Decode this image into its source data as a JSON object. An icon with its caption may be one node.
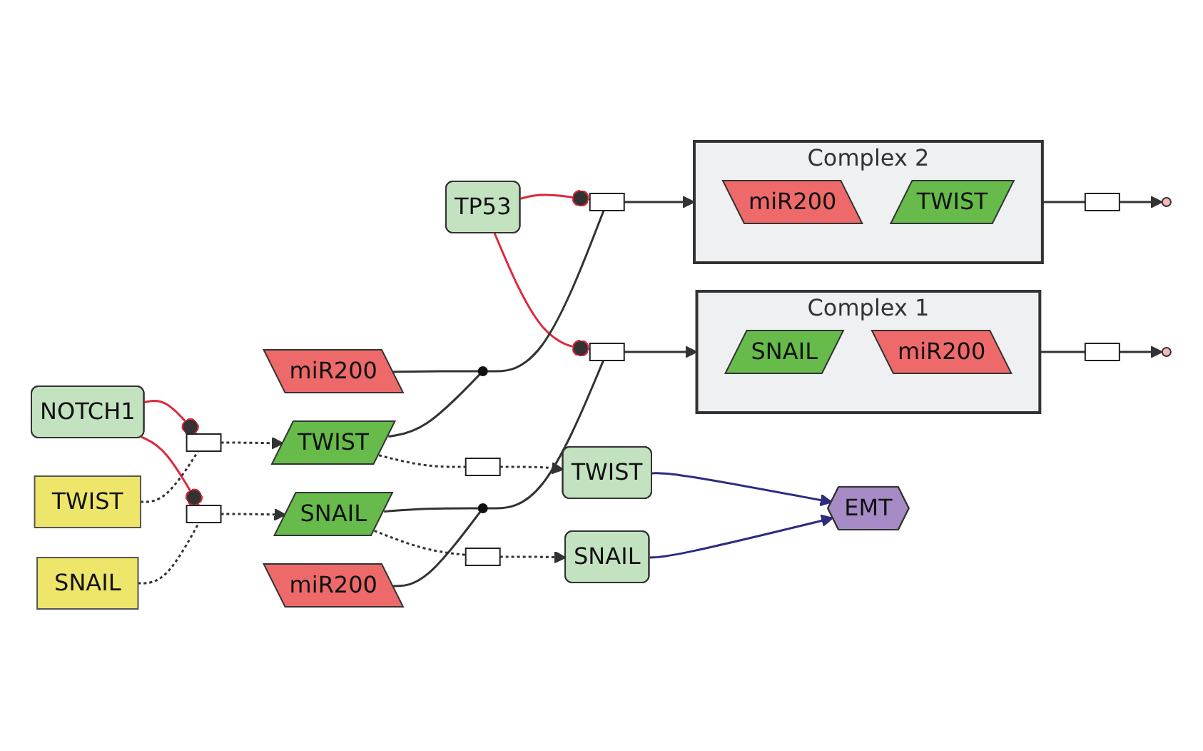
{
  "diagram": {
    "nodes": [
      {
        "text": [
          "Complex 1"
        ]
      },
      {
        "text": [
          "SNAIL"
        ],
        "in": 0
      },
      {
        "text": [
          "miR200"
        ],
        "in": 0
      },
      {
        "text": [],
        "shape": "circle"
      },
      {
        "text": [
          "SNAIL"
        ]
      },
      {
        "text": [
          "miR200"
        ]
      },
      {
        "text": [
          "SNAIL"
        ]
      },
      {
        "text": [
          "NOTCH1"
        ]
      },
      {
        "text": [
          "SNAIL"
        ]
      },
      {
        "text": [
          "EMT"
        ]
      },
      {
        "text": [
          "TWIST"
        ]
      },
      {
        "text": [
          "TWIST"
        ]
      },
      {
        "text": [
          "TWIST"
        ]
      },
      {
        "text": [
          "miR200"
        ]
      },
      {
        "text": [
          "TP53"
        ]
      },
      {
        "text": [
          "Complex 2"
        ]
      },
      {
        "text": [
          "miR200"
        ],
        "in": 15
      },
      {
        "text": [
          "TWIST"
        ],
        "in": 15
      },
      {
        "text": [],
        "shape": "circle"
      },
      {
        "text": [],
        "shape": "box"
      },
      {
        "text": [],
        "shape": "circle"
      },
      {
        "text": [],
        "shape": "box"
      },
      {
        "text": [],
        "shape": "box"
      },
      {
        "text": [],
        "shape": "box"
      },
      {
        "text": [],
        "shape": "box"
      },
      {
        "text": [],
        "shape": "box"
      },
      {
        "text": [],
        "shape": "circle"
      },
      {
        "text": [],
        "shape": "box"
      },
      {
        "text": [],
        "shape": "box"
      }
    ],
    "edges": [
      {
        "from": 4,
        "to": 22,
        "arrow": "none",
        "style": "dashed"
      },
      {
        "from": 22,
        "to": 6,
        "arrow": "to",
        "style": "dashed"
      },
      {
        "from": 7,
        "to": 22,
        "arrow": "other",
        "color": "#e0283c"
      },
      {
        "from": 12,
        "to": 24,
        "arrow": "none",
        "style": "dashed"
      },
      {
        "from": 24,
        "to": 11,
        "arrow": "to",
        "style": "dashed"
      },
      {
        "from": 7,
        "to": 24,
        "arrow": "other",
        "color": "#e0283c"
      },
      {
        "from": 6,
        "to": 23,
        "arrow": "none",
        "style": "dashed"
      },
      {
        "from": 23,
        "to": 8,
        "arrow": "to",
        "style": "dashed"
      },
      {
        "from": 11,
        "to": 25,
        "arrow": "none",
        "style": "dashed"
      },
      {
        "from": 25,
        "to": 10,
        "arrow": "to",
        "style": "dashed"
      },
      {
        "from": 5,
        "to": 20,
        "arrow": "none"
      },
      {
        "from": 6,
        "to": 20,
        "arrow": "none"
      },
      {
        "from": 20,
        "to": 19,
        "arrow": "none"
      },
      {
        "from": 19,
        "to": 0,
        "arrow": "to"
      },
      {
        "from": 14,
        "to": 19,
        "arrow": "other",
        "color": "#e0283c"
      },
      {
        "from": 11,
        "to": 26,
        "arrow": "none"
      },
      {
        "from": 13,
        "to": 26,
        "arrow": "none"
      },
      {
        "from": 26,
        "to": 27,
        "arrow": "none"
      },
      {
        "from": 27,
        "to": 15,
        "arrow": "to"
      },
      {
        "from": 14,
        "to": 27,
        "arrow": "other",
        "color": "#e0283c"
      },
      {
        "from": 0,
        "to": 21,
        "arrow": "none"
      },
      {
        "from": 21,
        "to": 3,
        "arrow": "to"
      },
      {
        "from": 15,
        "to": 28,
        "arrow": "none"
      },
      {
        "from": 28,
        "to": 18,
        "arrow": "to"
      },
      {
        "from": 8,
        "to": 9,
        "arrow": "to",
        "color": "#2c2c80"
      },
      {
        "from": 10,
        "to": 9,
        "arrow": "to",
        "color": "#2c2c80"
      }
    ]
  }
}
